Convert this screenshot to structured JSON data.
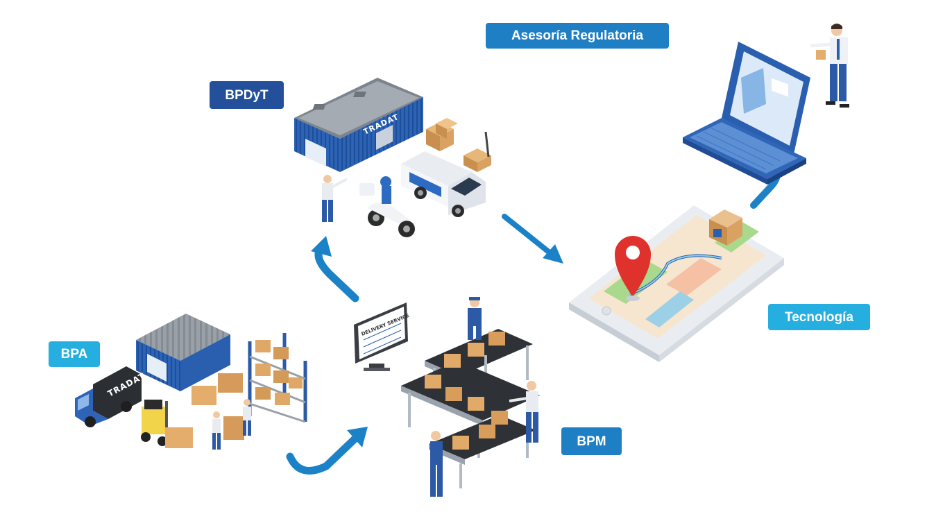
{
  "labels": {
    "bpa": "BPA",
    "bpdyt": "BPDyT",
    "bpm": "BPM",
    "asesoria": "Asesoría Regulatoria",
    "tecnologia": "Tecnología"
  },
  "brand_texts": {
    "warehouse_sign": "TRADAT",
    "truck_sign": "TRADAT",
    "monitor_title": "DELIVERY SERVICE"
  },
  "colors": {
    "tag_dark": "#234f9b",
    "tag_mid": "#1f7fc4",
    "tag_light": "#25aee0",
    "arrow": "#1b82c8",
    "map_pin": "#e0322c"
  },
  "icons": [
    "warehouse-icon",
    "truck-icon",
    "forklift-icon",
    "shelving-icon",
    "van-icon",
    "scooter-icon",
    "conveyor-icon",
    "monitor-icon",
    "smartphone-map-icon",
    "map-pin-icon",
    "laptop-icon",
    "person-icon",
    "curved-arrow-icon"
  ]
}
